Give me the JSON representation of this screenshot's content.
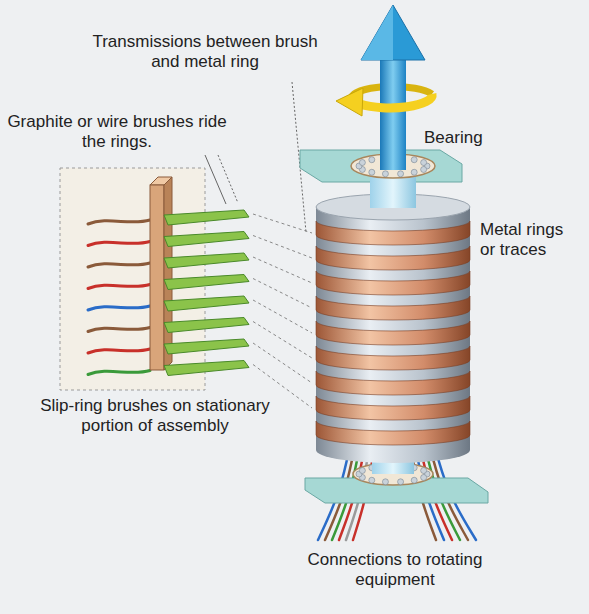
{
  "diagram": {
    "labels": [
      "Transmissions between brush and metal ring",
      "Graphite or wire brushes ride the rings.",
      "Bearing",
      "Metal rings or traces",
      "Slip-ring brushes on stationary portion of assembly",
      "Connections to rotating equipment"
    ]
  }
}
